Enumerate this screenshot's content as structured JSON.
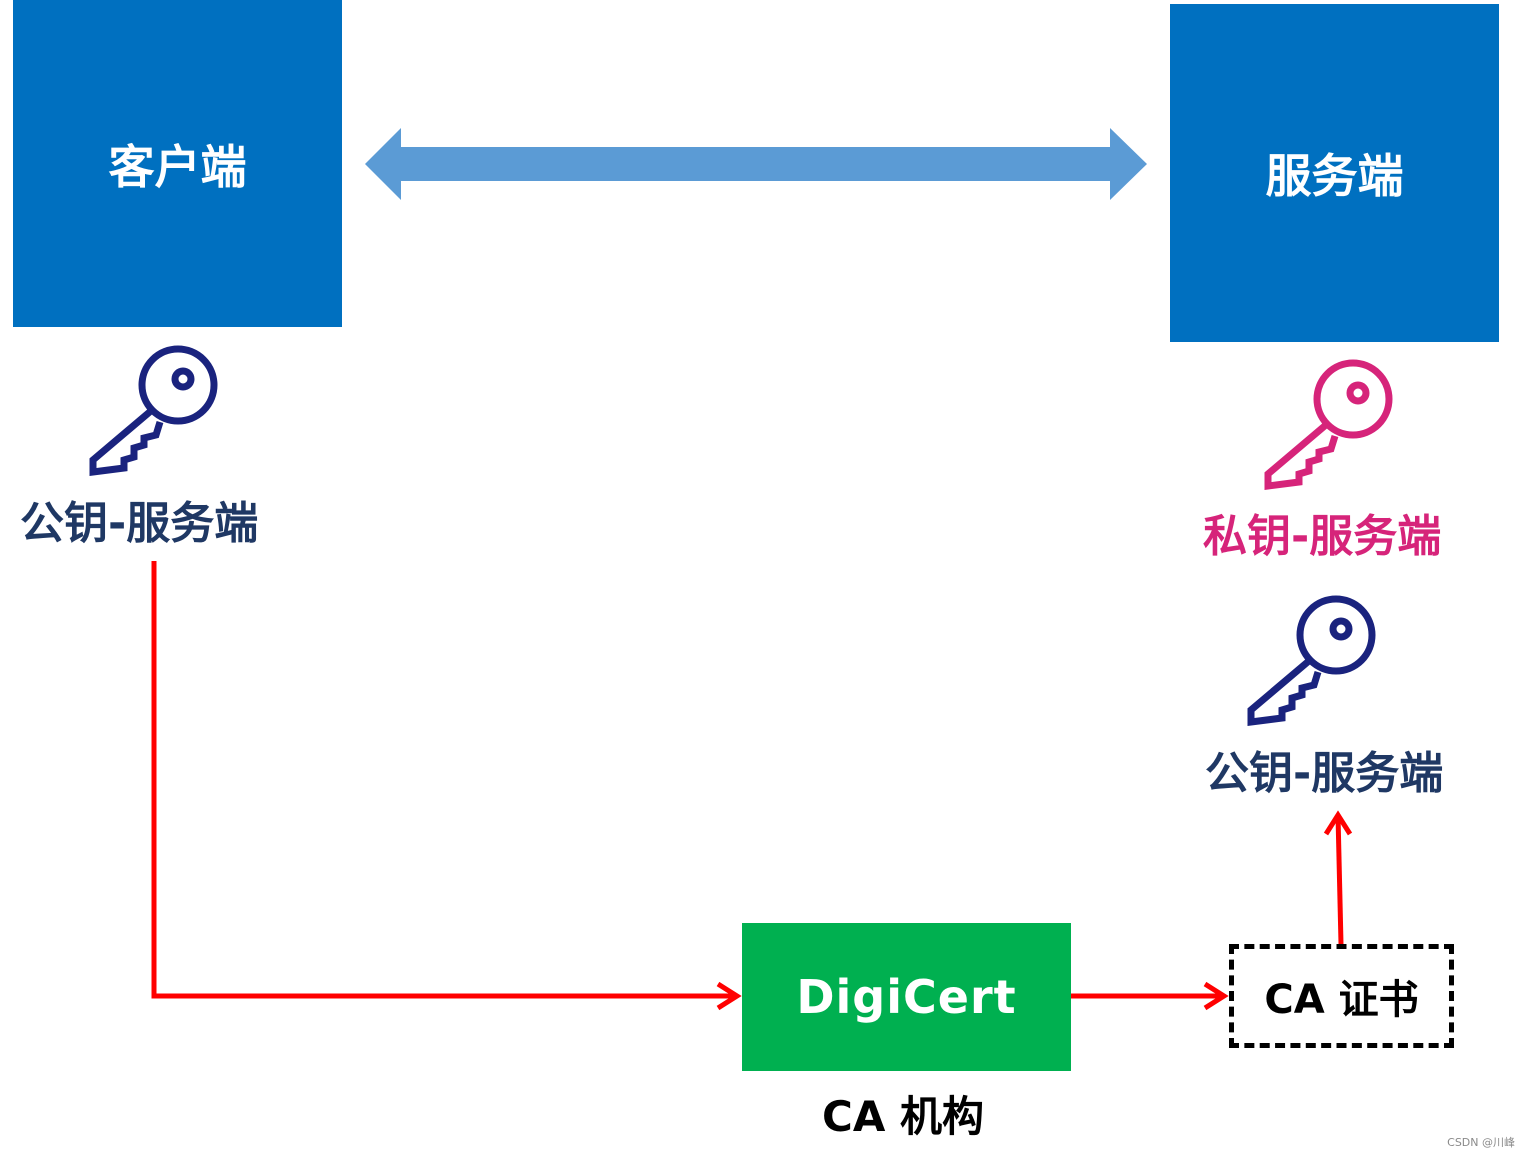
{
  "nodes": {
    "client": {
      "label": "客户端"
    },
    "server": {
      "label": "服务端"
    },
    "digicert": {
      "label": "DigiCert",
      "caption": "CA 机构"
    },
    "certificate": {
      "label": "CA 证书"
    }
  },
  "keys": {
    "client_public": {
      "label": "公钥-服务端",
      "icon": "key-icon"
    },
    "server_private": {
      "label": "私钥-服务端",
      "icon": "key-icon"
    },
    "server_public": {
      "label": "公钥-服务端",
      "icon": "key-icon"
    }
  },
  "colors": {
    "node_blue": "#0070c0",
    "arrow_blue": "#5b9bd5",
    "green": "#00b050",
    "red_arrow": "#ff0000",
    "navy_text": "#1f3864",
    "key_navy": "#1a237e",
    "pink": "#d6247a"
  },
  "watermark": "CSDN @川峰"
}
